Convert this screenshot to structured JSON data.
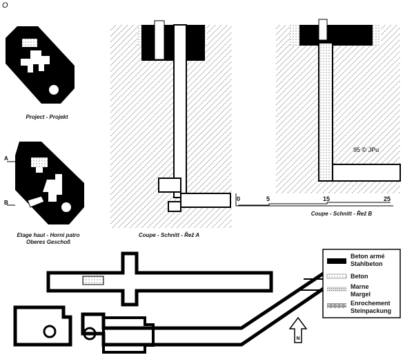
{
  "corner_mark": "O",
  "plans": {
    "project_caption": "Project - Projekt",
    "upper_floor_caption_1": "Etage haut - Horni patro",
    "upper_floor_caption_2": "Oberes Geschoß",
    "section_marker_a": "A",
    "section_marker_b": "B"
  },
  "sections": {
    "a_caption": "Coupe - Schnitt - Řež  A",
    "b_caption": "Coupe - Schnitt - Řež  B",
    "copyright": "95 © JPu"
  },
  "scale_bar": {
    "ticks": [
      "0",
      "5",
      "15",
      "25"
    ]
  },
  "legend": {
    "items": [
      {
        "line1": "Beton armé",
        "line2": "Stahlbeton",
        "pattern": "solid-black"
      },
      {
        "line1": "Beton",
        "line2": "",
        "pattern": "dotted"
      },
      {
        "line1": "Marne",
        "line2": "Margel",
        "pattern": "stipple"
      },
      {
        "line1": "Enrochement",
        "line2": "Steinpackung",
        "pattern": "rubble"
      }
    ]
  },
  "north_arrow": {
    "label": "N",
    "icon": "north-arrow-icon"
  }
}
